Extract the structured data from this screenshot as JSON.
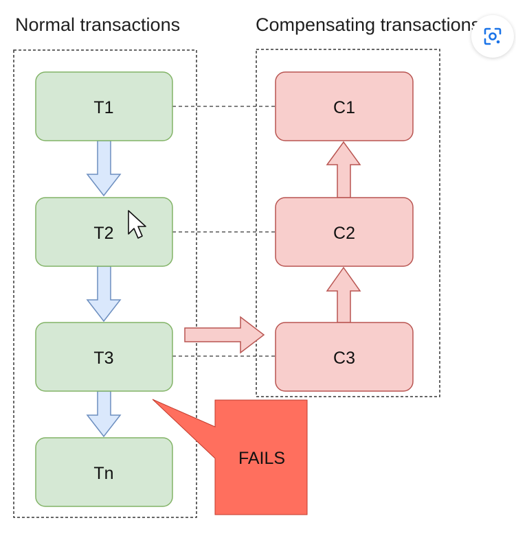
{
  "diagram": {
    "left_title": "Normal transactions",
    "right_title": "Compensating transactions",
    "normal": [
      "T1",
      "T2",
      "T3",
      "Tn"
    ],
    "compensating": [
      "C1",
      "C2",
      "C3"
    ],
    "callout": "FAILS"
  },
  "colors": {
    "normal_fill": "#d5e8d4",
    "normal_stroke": "#82b366",
    "comp_fill": "#f8cecc",
    "comp_stroke": "#b85450",
    "flow_arrow_fill": "#dae8fc",
    "flow_arrow_stroke": "#6c8ebf",
    "fails_fill": "#ff6f5e"
  },
  "icons": {
    "cursor": "mouse-pointer-icon",
    "lens": "visual-search-icon"
  }
}
